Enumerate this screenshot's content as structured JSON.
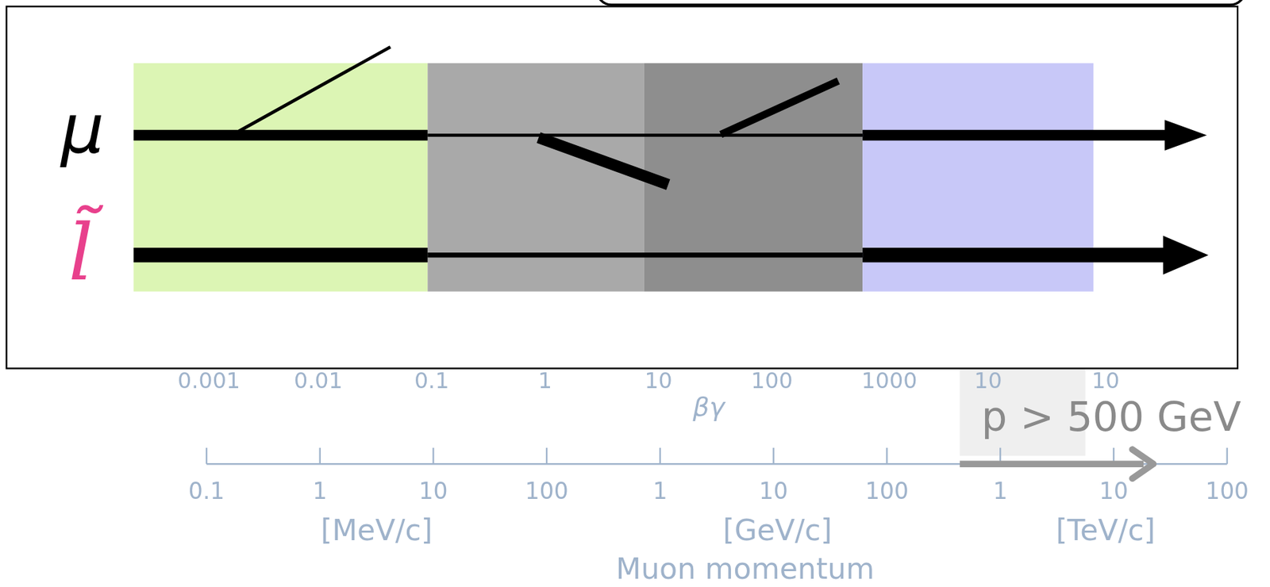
{
  "diagram": {
    "labels": [
      "μ",
      "l̃",
      "0.001",
      "0.01",
      "0.1",
      "1",
      "10",
      "100",
      "1000",
      "10",
      "10",
      "βγ",
      "p > 500 GeV",
      "0.1",
      "1",
      "10",
      "100",
      "1",
      "10",
      "100",
      "1",
      "10",
      "100",
      "[MeV/c]",
      "[GeV/c]",
      "[TeV/c]",
      "Muon momentum"
    ]
  }
}
